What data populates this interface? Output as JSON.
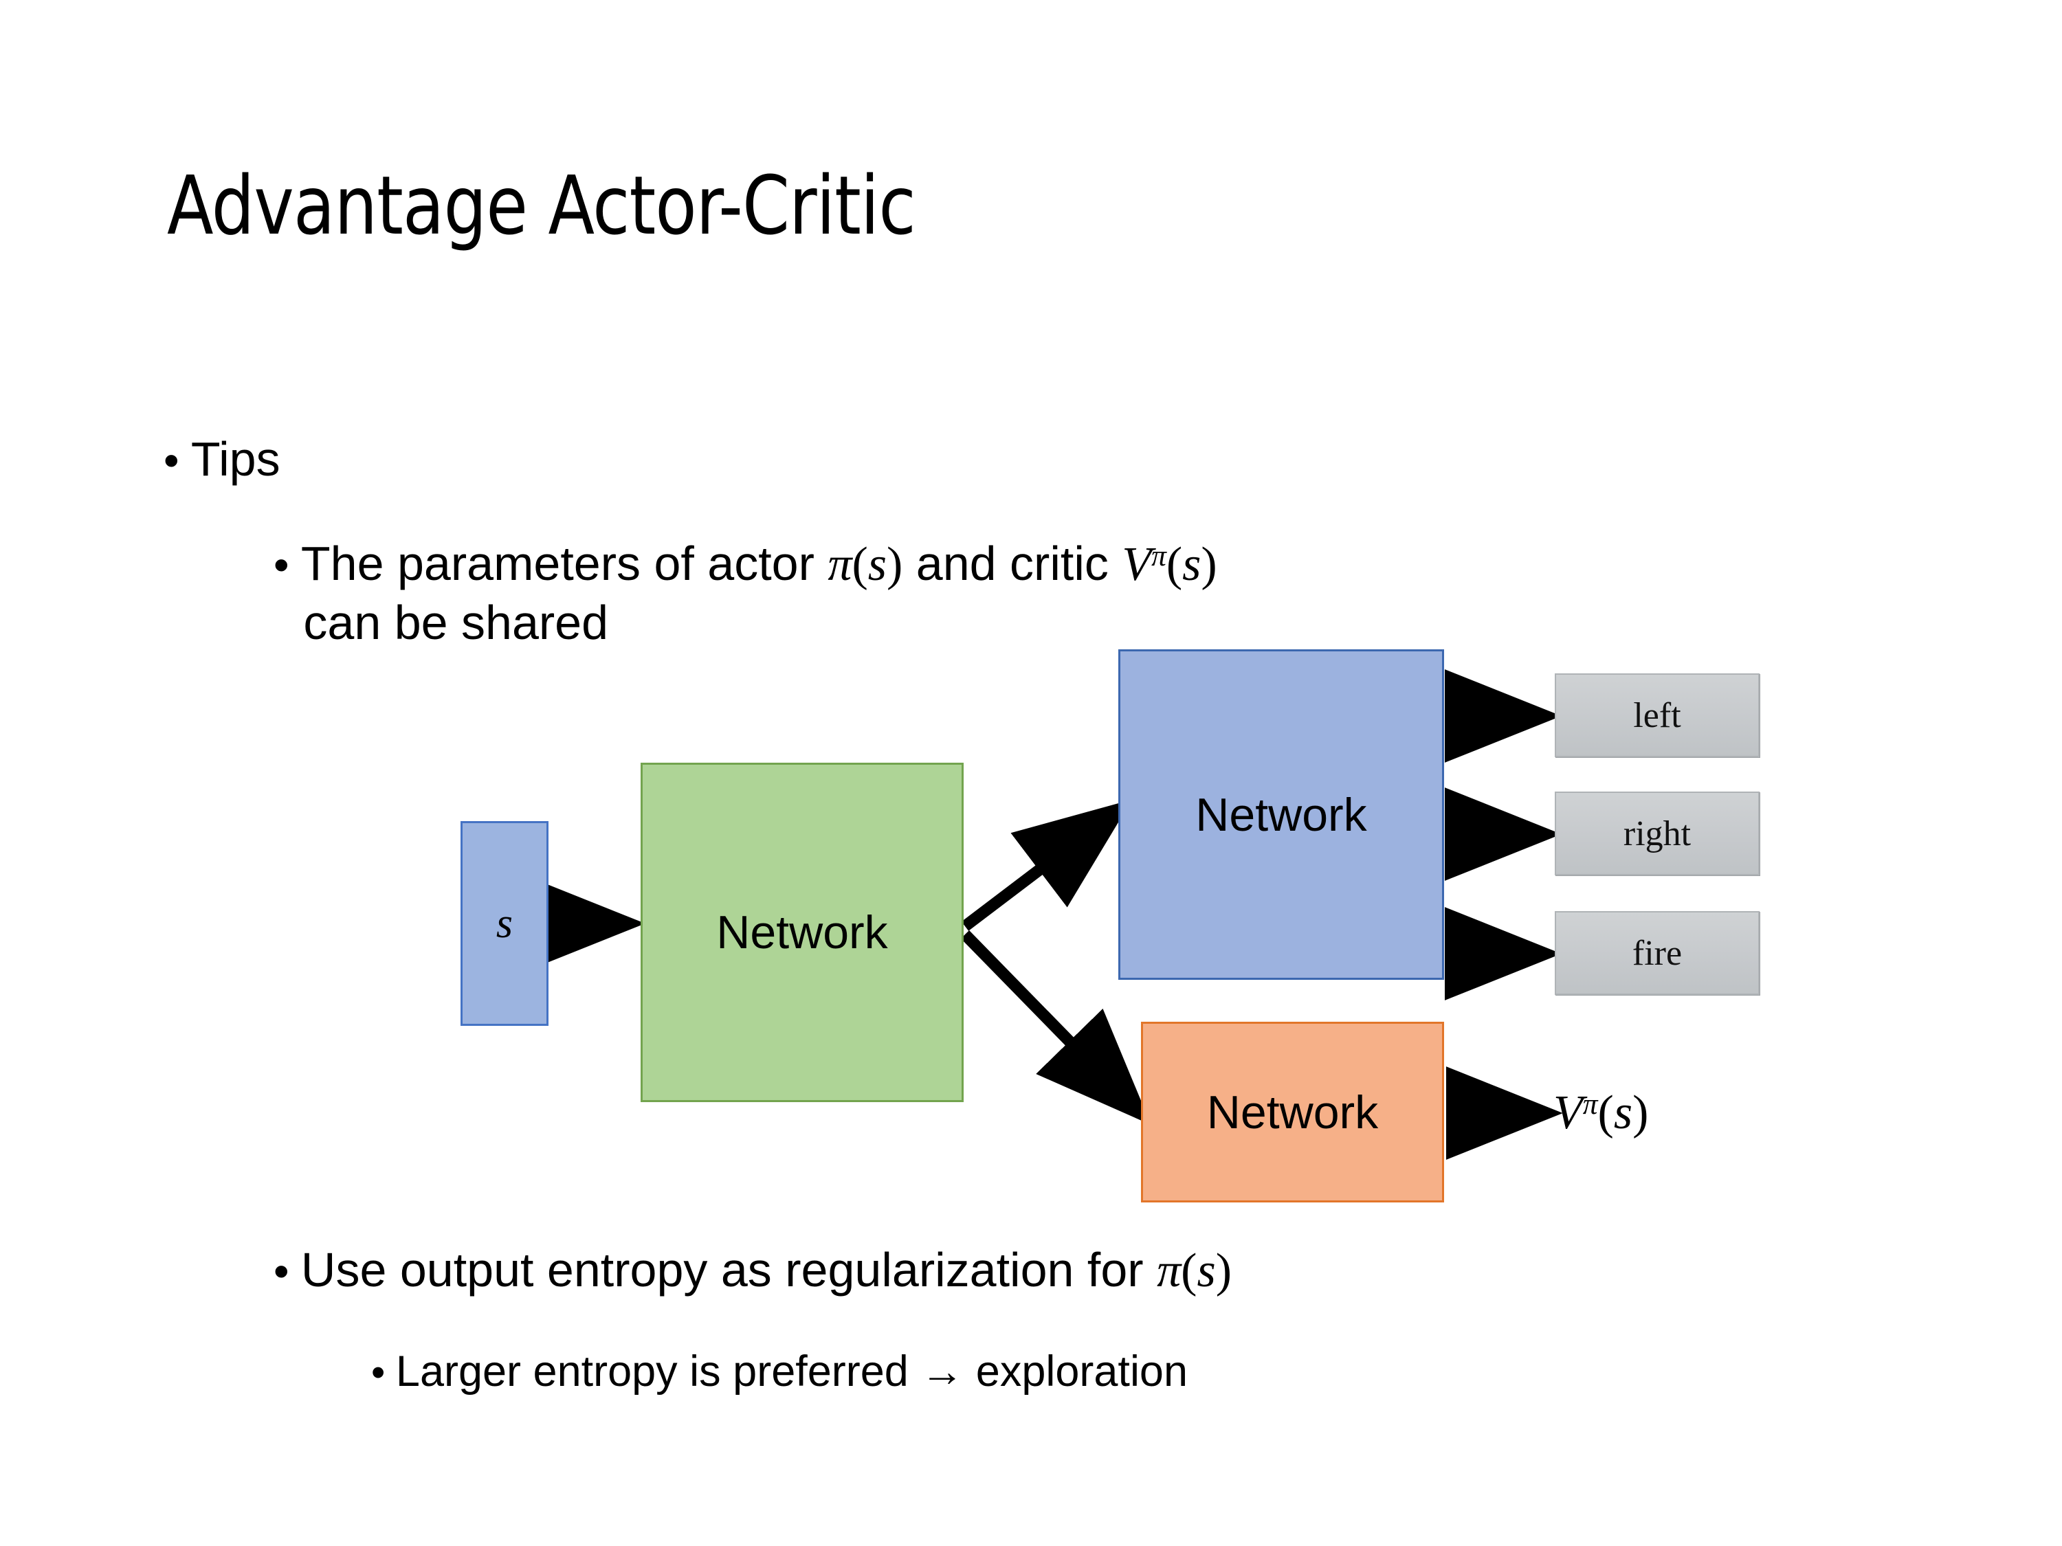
{
  "slide": {
    "title": "Advantage Actor-Critic",
    "background_color": "#FFFFFF"
  },
  "bullets": {
    "level1": {
      "marker": "•",
      "text": "Tips"
    },
    "params": {
      "marker": "•",
      "line1_prefix": "The parameters of actor ",
      "math_pi": "π",
      "math_pi_arg": "(s)",
      "line1_middle": "  and critic ",
      "math_v": "V",
      "math_v_sup": "π",
      "math_v_arg": "(s)",
      "line2": "can be shared"
    },
    "entropy": {
      "marker": "•",
      "text_prefix": "Use output entropy as regularization for ",
      "math_pi": "π",
      "math_pi_arg": "(s)"
    },
    "larger": {
      "marker": "•",
      "text": "Larger entropy is preferred → exploration"
    }
  },
  "diagram": {
    "input": {
      "label": "s",
      "fill": "#9CB4E0",
      "border": "#4573C4"
    },
    "shared_network": {
      "label": "Network",
      "fill": "#AED496",
      "border": "#73A44F"
    },
    "actor_network": {
      "label": "Network",
      "fill": "#9CB2DF",
      "border": "#3C68B0"
    },
    "critic_network": {
      "label": "Network",
      "fill": "#F6B088",
      "border": "#E2762A"
    },
    "actions": [
      {
        "label": "left"
      },
      {
        "label": "right"
      },
      {
        "label": "fire"
      }
    ],
    "critic_output": {
      "math_v": "V",
      "math_v_sup": "π",
      "math_v_arg": "(s)"
    },
    "arrow_color": "#000000"
  }
}
